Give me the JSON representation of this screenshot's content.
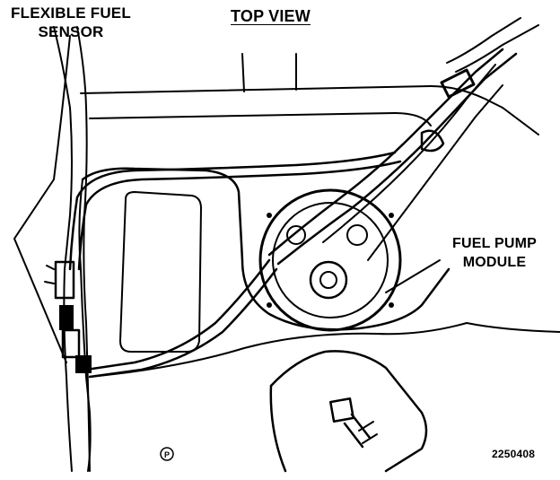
{
  "labels": {
    "sensor_line1": "FLEXIBLE FUEL",
    "sensor_line2": "SENSOR",
    "top_view": "TOP VIEW",
    "pump_line1": "FUEL PUMP",
    "pump_line2": "MODULE",
    "figure_code": "2250408"
  },
  "icons": {
    "circle_mark": "circled-p-icon"
  },
  "colors": {
    "ink": "#000000",
    "paper": "#ffffff"
  }
}
